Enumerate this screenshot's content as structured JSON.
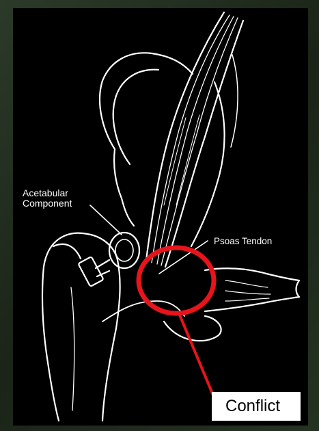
{
  "labels": {
    "acetabular_line1": "Acetabular",
    "acetabular_line2": "Component",
    "psoas": "Psoas Tendon",
    "conflict": "Conflict"
  },
  "colors": {
    "highlight": "#e8141b",
    "frame": "#24301f",
    "panel": "#000000",
    "linework": "#ffffff"
  }
}
